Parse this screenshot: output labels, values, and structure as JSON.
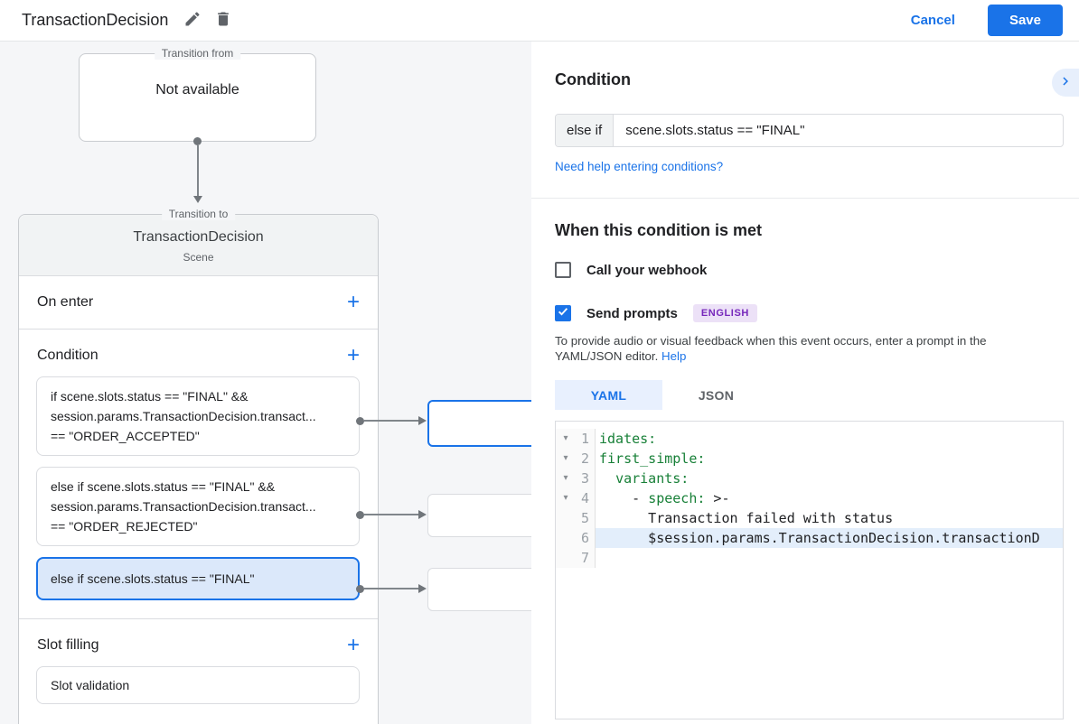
{
  "topbar": {
    "title": "TransactionDecision",
    "cancel_label": "Cancel",
    "save_label": "Save"
  },
  "diagram": {
    "transition_from": {
      "label": "Transition from",
      "value": "Not available"
    },
    "transition_to": {
      "label": "Transition to",
      "title": "TransactionDecision",
      "subtitle": "Scene"
    },
    "on_enter": {
      "label": "On enter",
      "add_icon": "+"
    },
    "condition": {
      "label": "Condition",
      "add_icon": "+",
      "cards": [
        {
          "text": "if scene.slots.status == \"FINAL\" &&\nsession.params.TransactionDecision.transact...\n== \"ORDER_ACCEPTED\"",
          "selected": false
        },
        {
          "text": "else if scene.slots.status == \"FINAL\" &&\nsession.params.TransactionDecision.transact...\n== \"ORDER_REJECTED\"",
          "selected": false
        },
        {
          "text": "else if scene.slots.status == \"FINAL\"",
          "selected": true
        }
      ]
    },
    "slot_filling": {
      "label": "Slot filling",
      "add_icon": "+",
      "card": "Slot validation"
    }
  },
  "panel": {
    "heading": "Condition",
    "condition_input": {
      "prefix": "else if",
      "value": "scene.slots.status == \"FINAL\""
    },
    "help_link": "Need help entering conditions?",
    "when_heading": "When this condition is met",
    "webhook": {
      "label": "Call your webhook",
      "checked": false
    },
    "send_prompts": {
      "label": "Send prompts",
      "checked": true,
      "badge": "ENGLISH"
    },
    "helper_text": "To provide audio or visual feedback when this event occurs, enter a prompt in the YAML/JSON editor.",
    "helper_link": "Help",
    "tabs": [
      {
        "label": "YAML",
        "active": true
      },
      {
        "label": "JSON",
        "active": false
      }
    ],
    "editor": {
      "lines": [
        {
          "num": 1,
          "fold": true,
          "active": false,
          "segments": [
            {
              "text": "idates:",
              "color": "key"
            }
          ]
        },
        {
          "num": 2,
          "fold": true,
          "active": false,
          "segments": [
            {
              "text": "first_simple:",
              "color": "key"
            }
          ]
        },
        {
          "num": 3,
          "fold": true,
          "active": false,
          "segments": [
            {
              "text": "  ",
              "color": "plain"
            },
            {
              "text": "variants:",
              "color": "key"
            }
          ]
        },
        {
          "num": 4,
          "fold": true,
          "active": false,
          "segments": [
            {
              "text": "    - ",
              "color": "plain"
            },
            {
              "text": "speech:",
              "color": "key"
            },
            {
              "text": " >-",
              "color": "plain"
            }
          ]
        },
        {
          "num": 5,
          "fold": false,
          "active": false,
          "segments": [
            {
              "text": "      Transaction failed with status",
              "color": "plain"
            }
          ]
        },
        {
          "num": 6,
          "fold": false,
          "active": true,
          "segments": [
            {
              "text": "      $session.params.TransactionDecision.transactionD",
              "color": "plain"
            }
          ]
        },
        {
          "num": 7,
          "fold": false,
          "active": false,
          "segments": []
        }
      ]
    }
  },
  "colors": {
    "accent_blue": "#1a73e8",
    "selected_card_bg": "#dbe8fa",
    "canvas_bg": "#f5f6f8",
    "header_gray": "#f1f3f4",
    "badge_bg": "#ece1f7",
    "badge_text": "#7627bb",
    "yaml_key_green": "#188038",
    "active_line_bg": "#e3eefb"
  }
}
